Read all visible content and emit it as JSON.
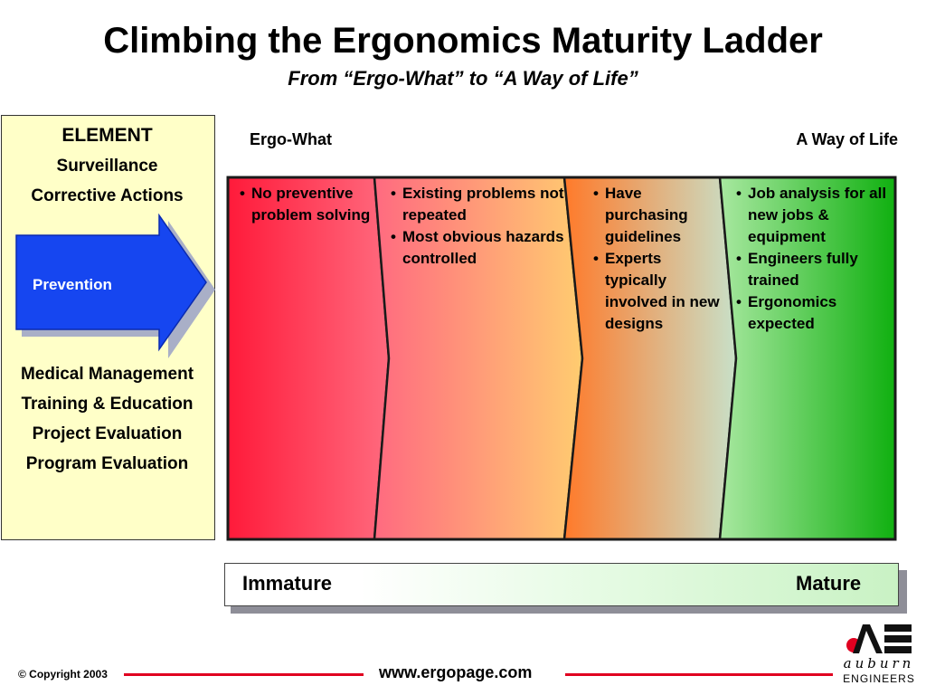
{
  "title": "Climbing the Ergonomics Maturity Ladder",
  "subtitle": "From “Ergo-What” to “A Way of Life”",
  "element_panel": {
    "heading": "ELEMENT",
    "items_top": [
      "Surveillance",
      "Corrective Actions"
    ],
    "arrow_label": "Prevention",
    "items_bottom": [
      "Medical Management",
      "Training & Education",
      "Project Evaluation",
      "Program Evaluation"
    ]
  },
  "scale_ends": {
    "left": "Ergo-What",
    "right": "A Way of Life"
  },
  "stages": [
    {
      "bullets": [
        "No preventive problem solving"
      ]
    },
    {
      "bullets": [
        "Existing problems not repeated",
        "Most obvious hazards controlled"
      ]
    },
    {
      "bullets": [
        "Have purchasing guidelines",
        "Experts typically involved in new designs"
      ]
    },
    {
      "bullets": [
        "Job analysis for all new jobs & equipment",
        "Engineers fully trained",
        "Ergonomics expected"
      ]
    }
  ],
  "maturity_bar": {
    "left": "Immature",
    "right": "Mature"
  },
  "footer": {
    "copyright": "© Copyright 2003",
    "url": "www.ergopage.com",
    "logo_line1": "auburn",
    "logo_line2": "ENGINEERS"
  },
  "colors": {
    "stage1": [
      "#ff1a3a",
      "#ff6a7e"
    ],
    "stage2": [
      "#ff6a80",
      "#ffcc70"
    ],
    "stage3": [
      "#ff7a2a",
      "#c8e0c8"
    ],
    "stage4": [
      "#a8e8a0",
      "#10b010"
    ],
    "prevention_arrow": "#1646f0",
    "panel_background": "#ffffc8",
    "footer_rule": "#e00020"
  }
}
